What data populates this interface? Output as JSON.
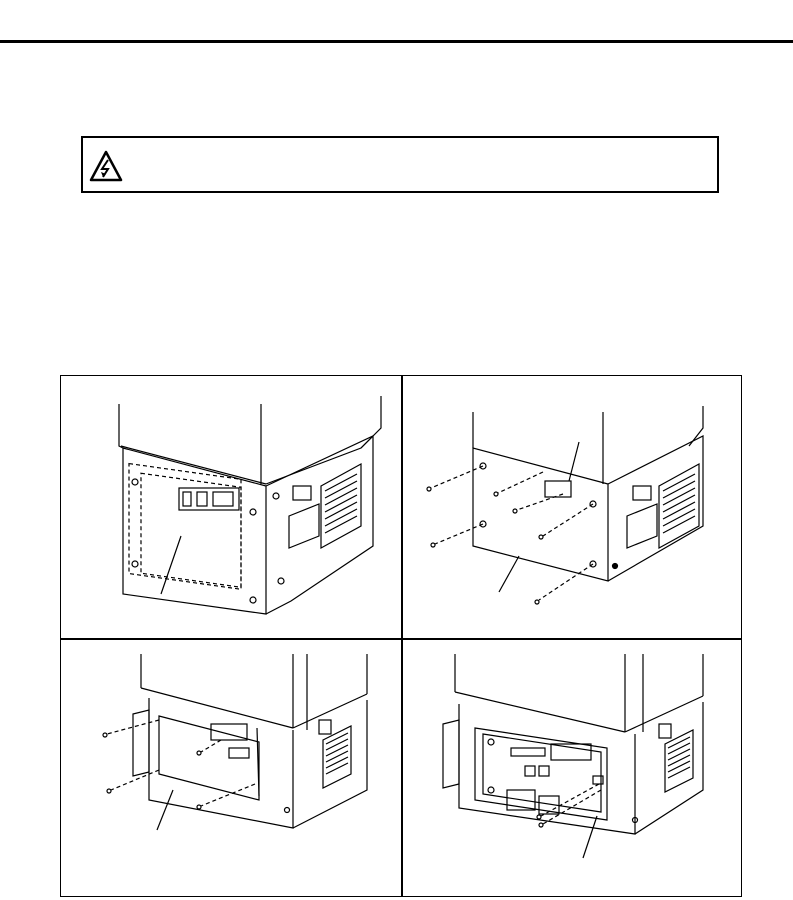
{
  "header": {
    "rule": true
  },
  "warning": {
    "icon": "electric-shock-warning-icon",
    "text": ""
  },
  "figures": [
    {
      "id": "step-1",
      "description_icon": "cabinet-front-panel"
    },
    {
      "id": "step-2",
      "description_icon": "cabinet-panel-screws-removed"
    },
    {
      "id": "step-3",
      "description_icon": "cabinet-inner-cover-screws"
    },
    {
      "id": "step-4",
      "description_icon": "cabinet-terminal-screws"
    }
  ],
  "colors": {
    "ink": "#000000",
    "paper": "#ffffff"
  }
}
